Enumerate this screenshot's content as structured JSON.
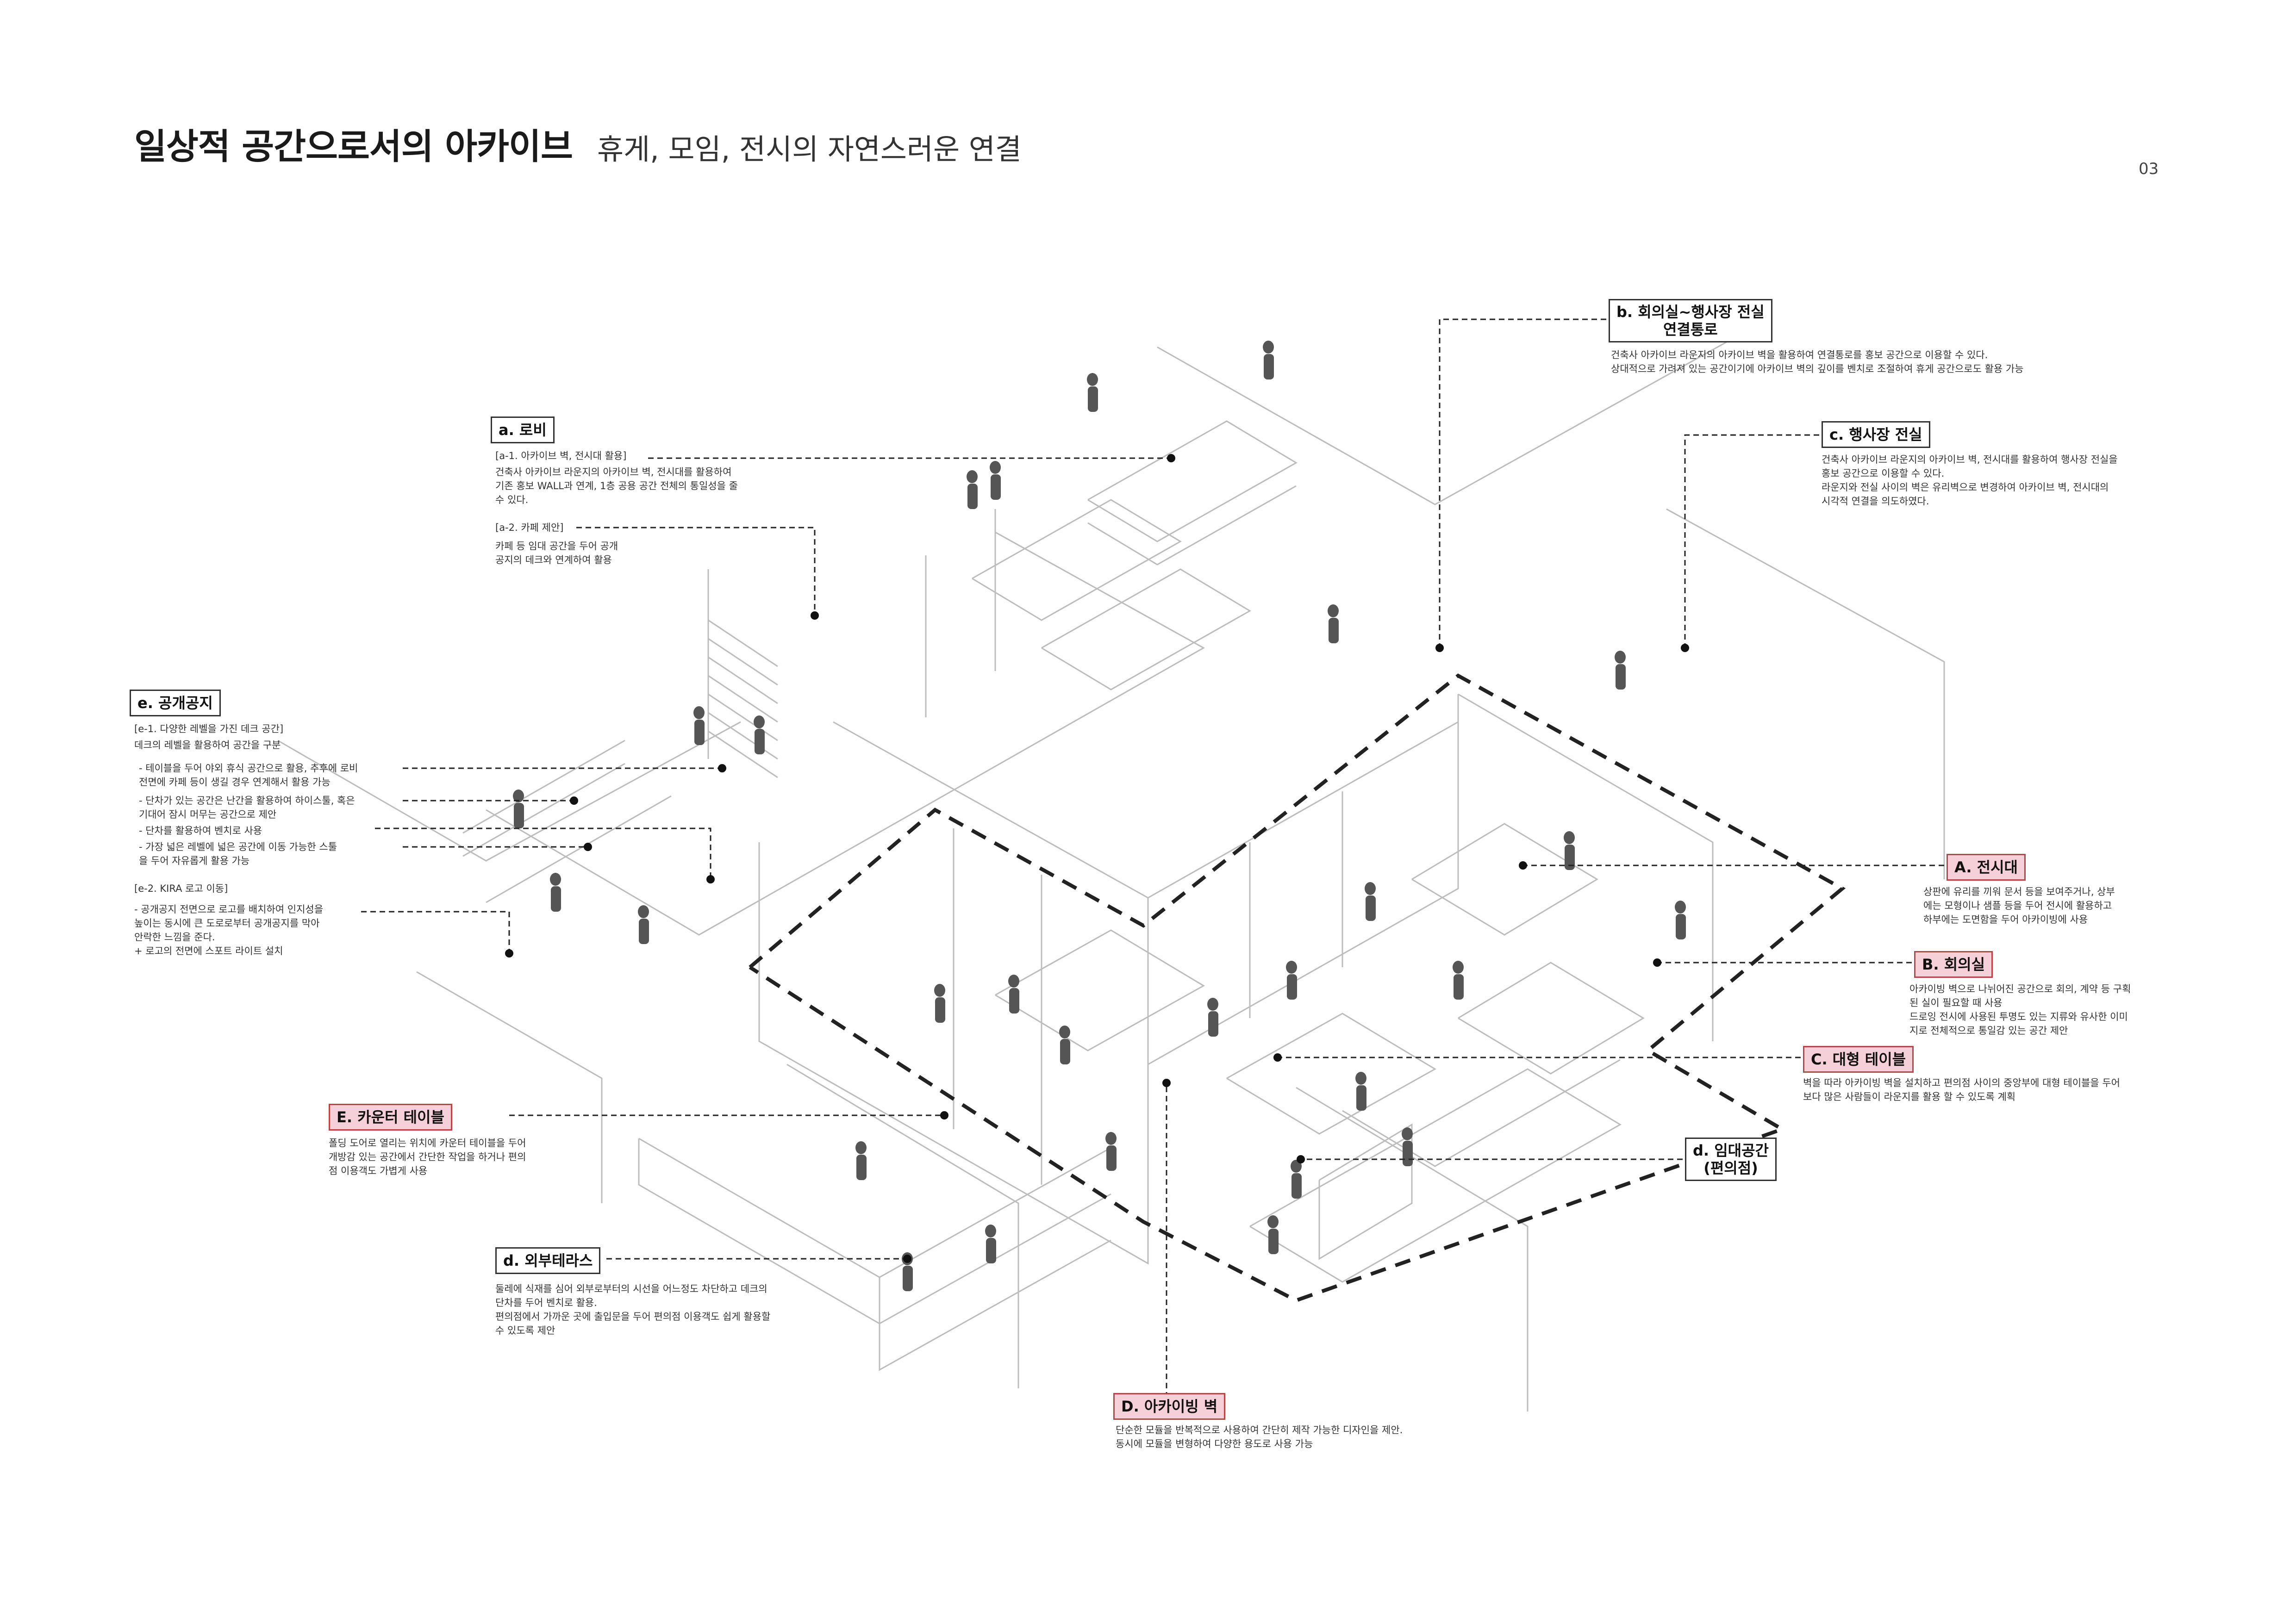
{
  "header": {
    "title": "일상적 공간으로서의 아카이브",
    "subtitle": "휴게, 모임, 전시의 자연스러운 연결",
    "page_number": "03"
  },
  "labels": {
    "a": {
      "title": "a. 로비",
      "sub1": "[a-1. 아카이브 벽, 전시대 활용]",
      "desc1": [
        "건축사 아카이브 라운지의 아카이브 벽, 전시대를 활용하여",
        "기존 홍보 WALL과 연계, 1층 공용 공간 전체의 통일성을 줄",
        "수 있다."
      ],
      "sub2": "[a-2. 카페 제안]",
      "desc2": [
        "카페 등 임대 공간을 두어 공개",
        "공지의 데크와 연계하여 활용"
      ]
    },
    "b": {
      "title_line1": "b. 회의실~행사장 전실",
      "title_line2": "연결통로",
      "desc": [
        "건축사 아카이브 라운지의 아카이브 벽을 활용하여 연결통로를 홍보 공간으로 이용할 수 있다.",
        "상대적으로 가려져 있는 공간이기에 아카이브 벽의 깊이를 벤치로 조절하여 휴게 공간으로도 활용 가능"
      ]
    },
    "c": {
      "title": "c. 행사장 전실",
      "desc": [
        "건축사 아카이브 라운지의 아카이브 벽, 전시대를 활용하여 행사장 전실을",
        "홍보 공간으로 이용할 수 있다.",
        "라운지와 전실 사이의 벽은 유리벽으로 변경하여 아카이브 벽, 전시대의",
        "시각적 연결을 의도하였다."
      ]
    },
    "e": {
      "title": "e. 공개공지",
      "sub1": "[e-1. 다양한 레벨을 가진 데크 공간]",
      "sub1b": "데크의 레벨을 활용하여 공간을 구분",
      "items": [
        "- 테이블을 두어 야외 휴식 공간으로 활용, 추후에 로비",
        "  전면에 카페 등이 생길 경우 연계해서 활용 가능",
        "- 단차가 있는 공간은 난간을 활용하여 하이스툴, 혹은",
        "  기대어 잠시 머무는 공간으로 제안",
        "- 단차를 활용하여 벤치로 사용",
        "- 가장 넓은 레벨에 넓은 공간에 이동 가능한 스툴",
        "  을 두어 자유롭게 활용 가능"
      ],
      "sub2": "[e-2. KIRA 로고 이동]",
      "items2": [
        "- 공개공지 전면으로 로고를 배치하여 인지성을",
        "  높이는 동시에 큰 도로로부터 공개공지를 막아",
        "  안락한 느낌을 준다.",
        "  + 로고의 전면에 스포트 라이트 설치"
      ]
    },
    "A": {
      "title": "A. 전시대",
      "desc": [
        "상판에 유리를 끼워 문서 등을 보여주거나, 상부",
        "에는 모형이나 샘플 등을 두어 전시에 활용하고",
        "하부에는 도면함을 두어 아카이빙에 사용"
      ]
    },
    "B": {
      "title": "B. 회의실",
      "desc": [
        "아카이빙 벽으로 나뉘어진 공간으로 회의, 계약 등 구획",
        "된 실이 필요할 때 사용",
        "드로잉 전시에 사용된 투명도 있는 지류와 유사한 이미",
        "지로 전체적으로 통일감 있는 공간 제안"
      ]
    },
    "C": {
      "title": "C. 대형 테이블",
      "desc": [
        "벽을 따라 아카이빙 벽을 설치하고 편의점 사이의 중앙부에 대형 테이블을 두어",
        "보다 많은 사람들이 라운지를 활용 할 수 있도록 계획"
      ]
    },
    "d_rent": {
      "title_line1": "d. 임대공간",
      "title_line2": "(편의점)"
    },
    "d_terrace": {
      "title": "d. 외부테라스",
      "desc": [
        "둘레에 식재를 심어 외부로부터의 시선을 어느정도 차단하고 데크의",
        "단차를 두어 벤치로 활용.",
        "편의점에서 가까운 곳에 출입문을 두어 편의점 이용객도 쉽게 활용할",
        "수 있도록 제안"
      ]
    },
    "D": {
      "title": "D. 아카이빙 벽",
      "desc": [
        "단순한 모듈을 반복적으로 사용하여 간단히 제작 가능한 디자인을 제안.",
        "동시에 모듈을 변형하여 다양한 용도로 사용 가능"
      ]
    },
    "E": {
      "title": "E. 카운터 테이블",
      "desc": [
        "폴딩 도어로 열리는 위치에 카운터 테이블을 두어",
        "개방감 있는 공간에서 간단한 작업을 하거나 편의",
        "점 이용객도 가볍게 사용"
      ]
    }
  },
  "colors": {
    "highlight_fill": "#f6d0d8",
    "highlight_border": "#bb4444",
    "line": "#222222",
    "sketch": "#9a9a9a"
  }
}
